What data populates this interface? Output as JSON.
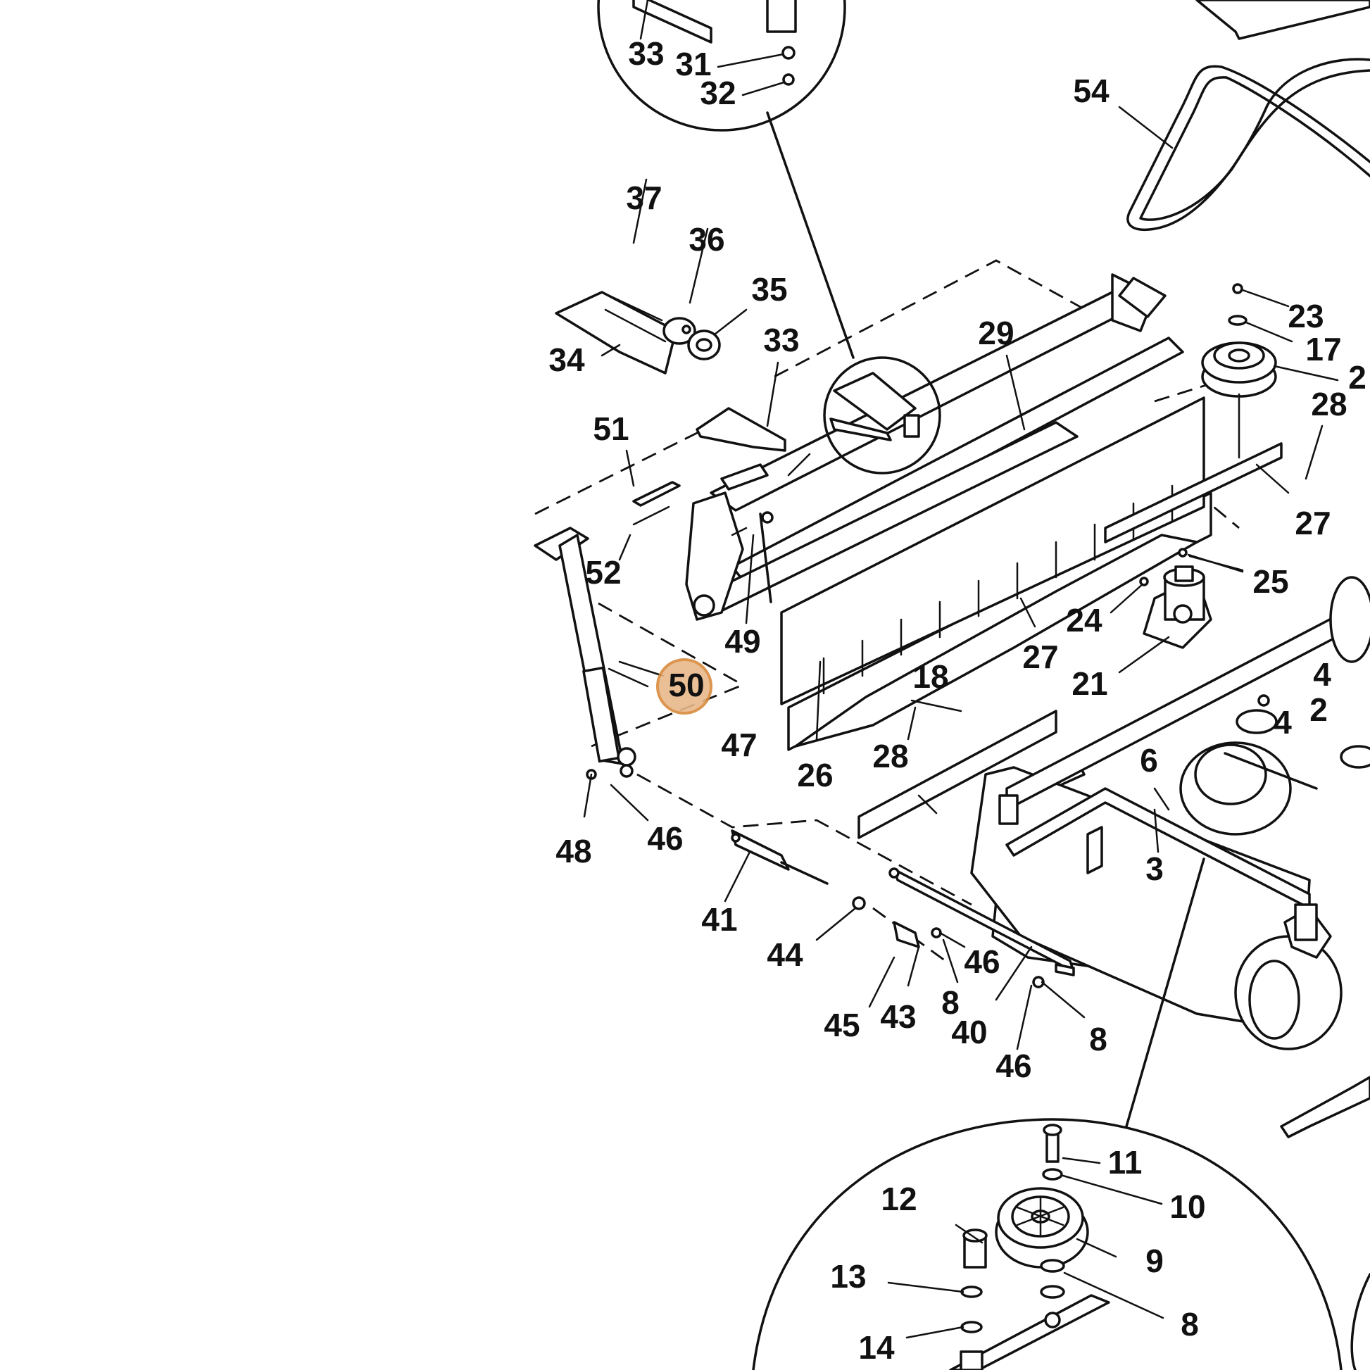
{
  "highlight": {
    "label": "50",
    "color": "#e9b98b"
  },
  "callouts": [
    {
      "id": "c33a",
      "text": "33"
    },
    {
      "id": "c31",
      "text": "31"
    },
    {
      "id": "c32",
      "text": "32"
    },
    {
      "id": "c54",
      "text": "54"
    },
    {
      "id": "c37",
      "text": "37"
    },
    {
      "id": "c36",
      "text": "36"
    },
    {
      "id": "c35",
      "text": "35"
    },
    {
      "id": "c34",
      "text": "34"
    },
    {
      "id": "c33b",
      "text": "33"
    },
    {
      "id": "c29",
      "text": "29"
    },
    {
      "id": "c23",
      "text": "23"
    },
    {
      "id": "c17",
      "text": "17"
    },
    {
      "id": "c2a",
      "text": "2"
    },
    {
      "id": "c28a",
      "text": "28"
    },
    {
      "id": "c27a",
      "text": "27"
    },
    {
      "id": "c51",
      "text": "51"
    },
    {
      "id": "c52",
      "text": "52"
    },
    {
      "id": "c49",
      "text": "49"
    },
    {
      "id": "c25",
      "text": "25"
    },
    {
      "id": "c24",
      "text": "24"
    },
    {
      "id": "c27b",
      "text": "27"
    },
    {
      "id": "c21",
      "text": "21"
    },
    {
      "id": "c4a",
      "text": "4"
    },
    {
      "id": "c2b",
      "text": "2"
    },
    {
      "id": "c50",
      "text": "50"
    },
    {
      "id": "c18",
      "text": "18"
    },
    {
      "id": "c4b",
      "text": "4"
    },
    {
      "id": "c47",
      "text": "47"
    },
    {
      "id": "c26",
      "text": "26"
    },
    {
      "id": "c28b",
      "text": "28"
    },
    {
      "id": "c6",
      "text": "6"
    },
    {
      "id": "c48",
      "text": "48"
    },
    {
      "id": "c46a",
      "text": "46"
    },
    {
      "id": "c3",
      "text": "3"
    },
    {
      "id": "c41",
      "text": "41"
    },
    {
      "id": "c44",
      "text": "44"
    },
    {
      "id": "c46b",
      "text": "46"
    },
    {
      "id": "c45",
      "text": "45"
    },
    {
      "id": "c43",
      "text": "43"
    },
    {
      "id": "c8a",
      "text": "8"
    },
    {
      "id": "c40",
      "text": "40"
    },
    {
      "id": "c8b",
      "text": "8"
    },
    {
      "id": "c46c",
      "text": "46"
    },
    {
      "id": "c11",
      "text": "11"
    },
    {
      "id": "c12",
      "text": "12"
    },
    {
      "id": "c10",
      "text": "10"
    },
    {
      "id": "c9",
      "text": "9"
    },
    {
      "id": "c13",
      "text": "13"
    },
    {
      "id": "c8c",
      "text": "8"
    },
    {
      "id": "c14",
      "text": "14"
    }
  ]
}
